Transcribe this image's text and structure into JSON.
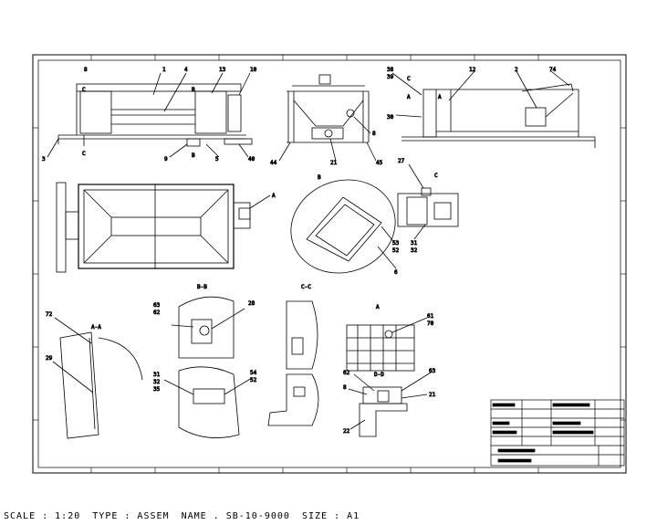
{
  "footer": {
    "scale_label": "SCALE : 1:20",
    "type_label": "TYPE : ASSEM",
    "name_label": "NAME . SB-10-9000",
    "size_label": "SIZE : A1"
  },
  "section_labels": {
    "view_b": "B",
    "view_c": "C",
    "view_a_top": "A",
    "view_a_right": "A",
    "section_bb": "B-B",
    "section_cc": "C-C",
    "section_aa": "A-A",
    "section_a": "A",
    "section_dd": "D-D",
    "front_c": "C",
    "front_b": "B",
    "side_b": "B",
    "side_c": "C",
    "front_c2": "C"
  },
  "balloons": {
    "front_8": "8",
    "front_1": "1",
    "front_4": "4",
    "front_13": "13",
    "front_10": "10",
    "front_3": "3",
    "front_9": "9",
    "front_5": "5",
    "front_40": "40",
    "side_44": "44",
    "side_21": "21",
    "side_45": "45",
    "side_8": "8",
    "right_38": "38",
    "right_39": "39",
    "right_12": "12",
    "right_2": "2",
    "right_74": "74",
    "right_30": "30",
    "right_a": "A",
    "det_27": "27",
    "det_31": "31",
    "det_32": "32",
    "oval_53": "53",
    "oval_52": "52",
    "oval_6": "6",
    "bb_63": "63",
    "bb_62": "62",
    "bb_28": "28",
    "aa_72": "72",
    "aa_29": "29",
    "lo_31": "31",
    "lo_32": "32",
    "lo_35": "35",
    "lo_54": "54",
    "lo_52": "52",
    "grid_61": "61",
    "grid_70": "70",
    "dd_62": "62",
    "dd_8": "8",
    "dd_63": "63",
    "dd_21": "21",
    "dd_22": "22"
  }
}
